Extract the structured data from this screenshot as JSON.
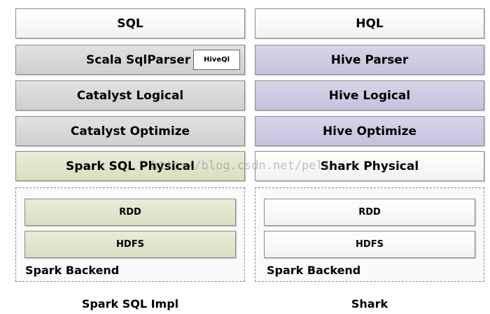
{
  "left": {
    "sql": "SQL",
    "parser": "Scala SqlParser",
    "parser_chip": "HiveQl",
    "logical": "Catalyst Logical",
    "optimize": "Catalyst Optimize",
    "physical": "Spark SQL Physical",
    "rdd": "RDD",
    "hdfs": "HDFS",
    "backend": "Spark Backend",
    "caption": "Spark SQL Impl"
  },
  "right": {
    "sql": "HQL",
    "parser": "Hive Parser",
    "logical": "Hive Logical",
    "optimize": "Hive Optimize",
    "physical": "Shark Physical",
    "rdd": "RDD",
    "hdfs": "HDFS",
    "backend": "Spark Backend",
    "caption": "Shark"
  },
  "watermark": "http://blog.csdn.net/peli",
  "colors": {
    "white_box": "#ffffff",
    "gray_box": "#d8d8d8",
    "purple_box": "#ccc7e0",
    "green_box": "#dfe5c9"
  }
}
